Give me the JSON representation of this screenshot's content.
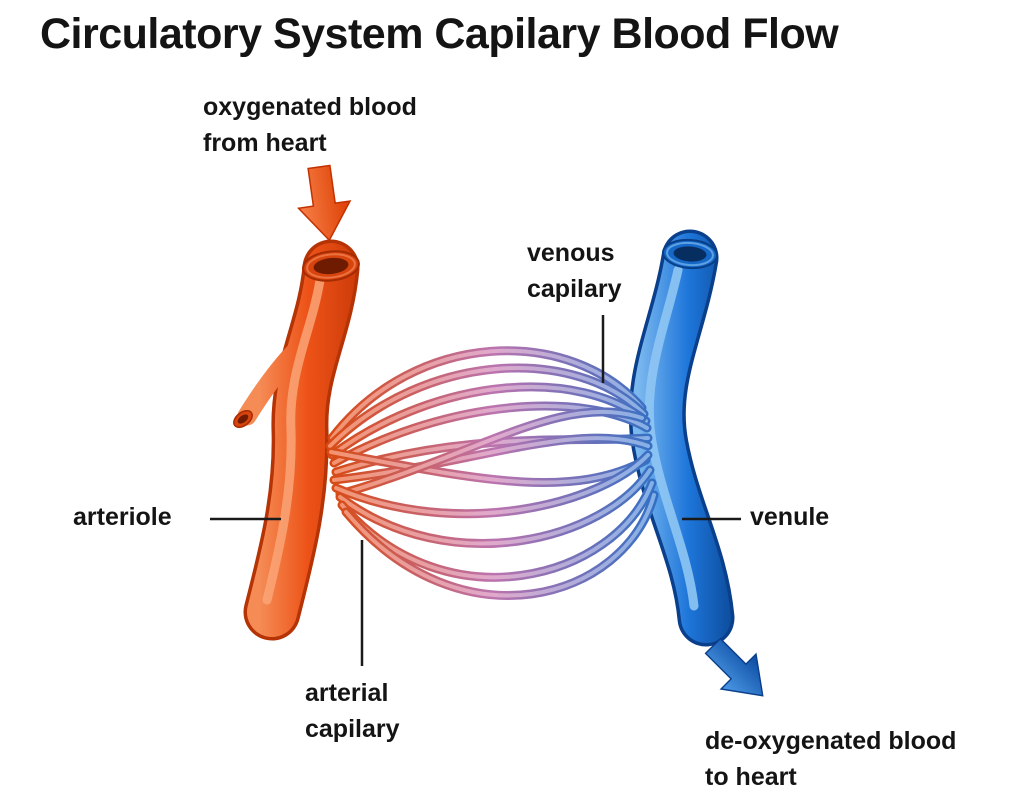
{
  "title": "Circulatory System Capilary Blood Flow",
  "labels": {
    "oxygenated_blood": "oxygenated blood\nfrom heart",
    "venous_capilary": "venous\ncapilary",
    "arteriole": "arteriole",
    "venule": "venule",
    "arterial_capilary": "arterial\ncapilary",
    "deoxygenated_blood": "de-oxygenated blood\nto heart"
  },
  "colors": {
    "artery_light": "#F58B55",
    "artery_mid": "#ED5318",
    "artery_dark": "#C93807",
    "vein_light": "#7BB8EF",
    "vein_mid": "#1E76DA",
    "vein_dark": "#0B4795",
    "capillary_orange": "#D8490F",
    "capillary_pink": "#BC74AE",
    "capillary_blue": "#2F6FC4",
    "label_text": "#141414",
    "leader_line": "#1A1A1A",
    "background": "#FFFFFF"
  },
  "icons": {
    "flow_in_arrow": "orange-down-arrow",
    "flow_out_arrow": "blue-down-right-arrow"
  }
}
